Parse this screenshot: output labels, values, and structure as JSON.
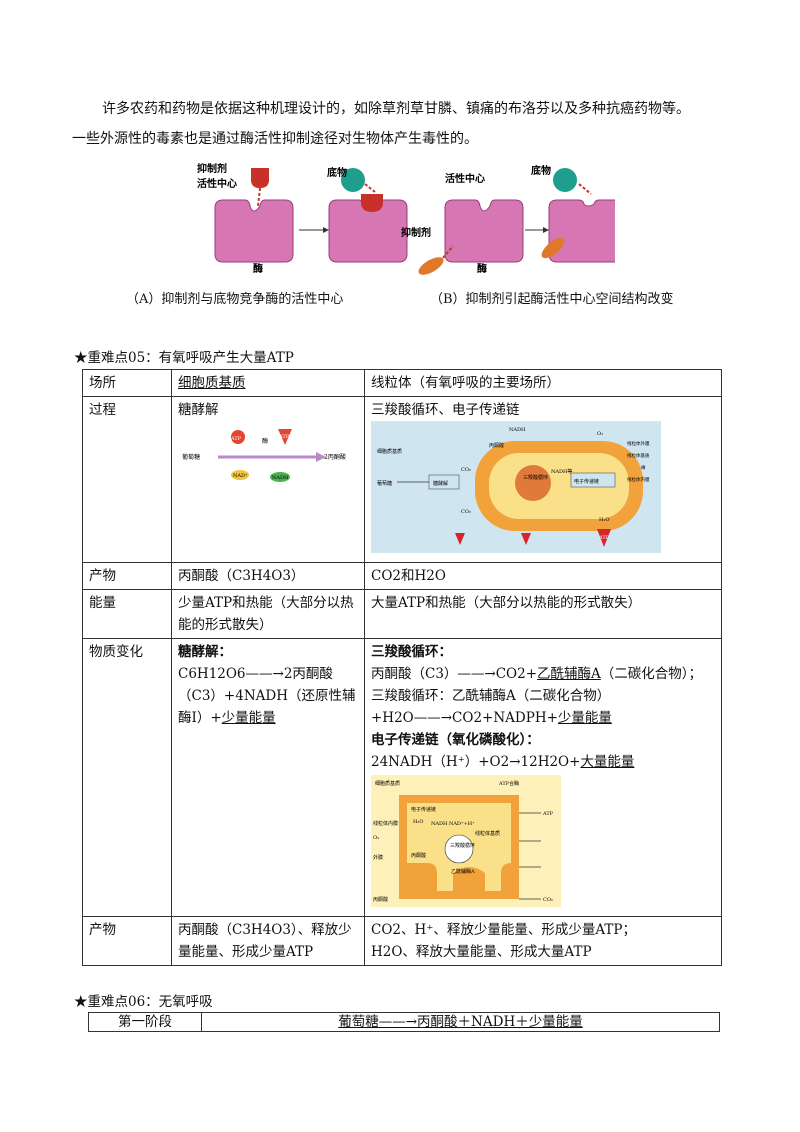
{
  "intro": {
    "line1": "许多农药和药物是依据这种机理设计的，如除草剂草甘膦、镇痛的布洛芬以及多种抗癌药物等。",
    "line2": "一些外源性的毒素也是通过酶活性抑制途径对生物体产生毒性的。"
  },
  "figure": {
    "labels": {
      "inhibitor": "抑制剂",
      "active_site": "活性中心",
      "substrate": "底物",
      "enzyme": "酶",
      "inhibitor_b": "抑制剂",
      "active_site_b": "活性中心",
      "substrate_b": "底物",
      "enzyme_b": "酶"
    },
    "caption_a": "（A）抑制剂与底物竞争酶的活性中心",
    "caption_b": "（B）抑制剂引起酶活性中心空间结构改变"
  },
  "section05": {
    "heading": "★重难点05：有氧呼吸产生大量ATP",
    "header": [
      "场所",
      "细胞质基质",
      "线粒体（有氧呼吸的主要场所）"
    ],
    "row_process": {
      "label": "过程",
      "col2": "糖酵解",
      "col3": "三羧酸循环、电子传递链",
      "glyco_fig": {
        "atp1": "ATP",
        "enzyme": "酶",
        "atp2": "ATP",
        "glucose": "葡萄糖",
        "pyruvate": "2丙酮酸",
        "nad": "NAD⁺",
        "nadh": "NADH"
      },
      "mito_fig": {
        "nadh": "NADH",
        "pyruvate": "丙酮酸",
        "o2": "O₂",
        "outer_membrane": "线粒体外膜",
        "matrix_label": "线粒体基质",
        "cytoplasm": "细胞质基质",
        "ridge": "嵴",
        "inner_membrane": "线粒体内膜",
        "glucose": "葡萄糖",
        "glycolysis": "糖酵解",
        "tca": "三羧酸循环",
        "nadh2": "NADH等",
        "etc": "电子传递链",
        "co2_a": "CO₂",
        "co2_b": "CO₂",
        "h2o": "H₂O",
        "atp": "ATP"
      }
    },
    "row_product1": {
      "label": "产物",
      "col2": "丙酮酸（C3H4O3）",
      "col3": "CO2和H2O"
    },
    "row_energy": {
      "label": "能量",
      "col2": "少量ATP和热能（大部分以热能的形式散失）",
      "col3": "大量ATP和热能（大部分以热能的形式散失）"
    },
    "row_change": {
      "label": "物质变化",
      "glyco_title": "糖酵解：",
      "glyco_eq1": "C6H12O6——→2丙酮酸",
      "glyco_eq2_pre": "（C3）+4NADH（还原性辅酶Ⅰ）+",
      "glyco_eq2_u": "少量能量",
      "tca_title": "三羧酸循环：",
      "tca_eq1_pre": "丙酮酸（C3）——→CO2+",
      "tca_eq1_u": "乙酰辅酶A",
      "tca_eq1_post": "（二碳化合物）；",
      "tca_eq2": "三羧酸循环：乙酰辅酶A（二碳化合物）",
      "tca_eq3_pre": "+H2O——→CO2+NADPH+",
      "tca_eq3_u": "少量能量",
      "etc_title": "电子传递链（氧化磷酸化）：",
      "etc_eq_pre": "24NADH（H⁺）+O2→12H2O+",
      "etc_eq_u": "大量能量",
      "fig2": {
        "cytoplasm": "细胞质基质",
        "atp_synthase": "ATP合酶",
        "etc": "电子传递链",
        "o2": "O₂",
        "h2o": "H₂O",
        "nadh": "NADH NAD⁺+H⁺",
        "matrix": "线粒体基质",
        "tca": "三羧酸循环",
        "acetyl": "乙酰辅酶A",
        "pyruvate": "丙酮酸",
        "pyruvate2": "丙酮酸",
        "co2": "CO₂",
        "atp": "ATP",
        "inner": "线粒体内膜",
        "outer": "外膜"
      }
    },
    "row_product2": {
      "label": "产物",
      "col2": "丙酮酸（C3H4O3）、释放少量能量、形成少量ATP",
      "col3_l1": "CO2、H⁺、释放少量能量、形成少量ATP；",
      "col3_l2": "H2O、释放大量能量、形成大量ATP"
    }
  },
  "section06": {
    "heading": "★重难点06：无氧呼吸",
    "stage": "第一阶段",
    "equation": "葡萄糖——→丙酮酸＋NADH＋少量能量"
  },
  "colors": {
    "enzyme_pink": "#d676b3",
    "inhibitor_red": "#c8302a",
    "substrate_teal": "#1f9e8e",
    "atp_red": "#d8232a",
    "mito_orange": "#f2a23a",
    "bg_blue": "#cfe6f1"
  }
}
